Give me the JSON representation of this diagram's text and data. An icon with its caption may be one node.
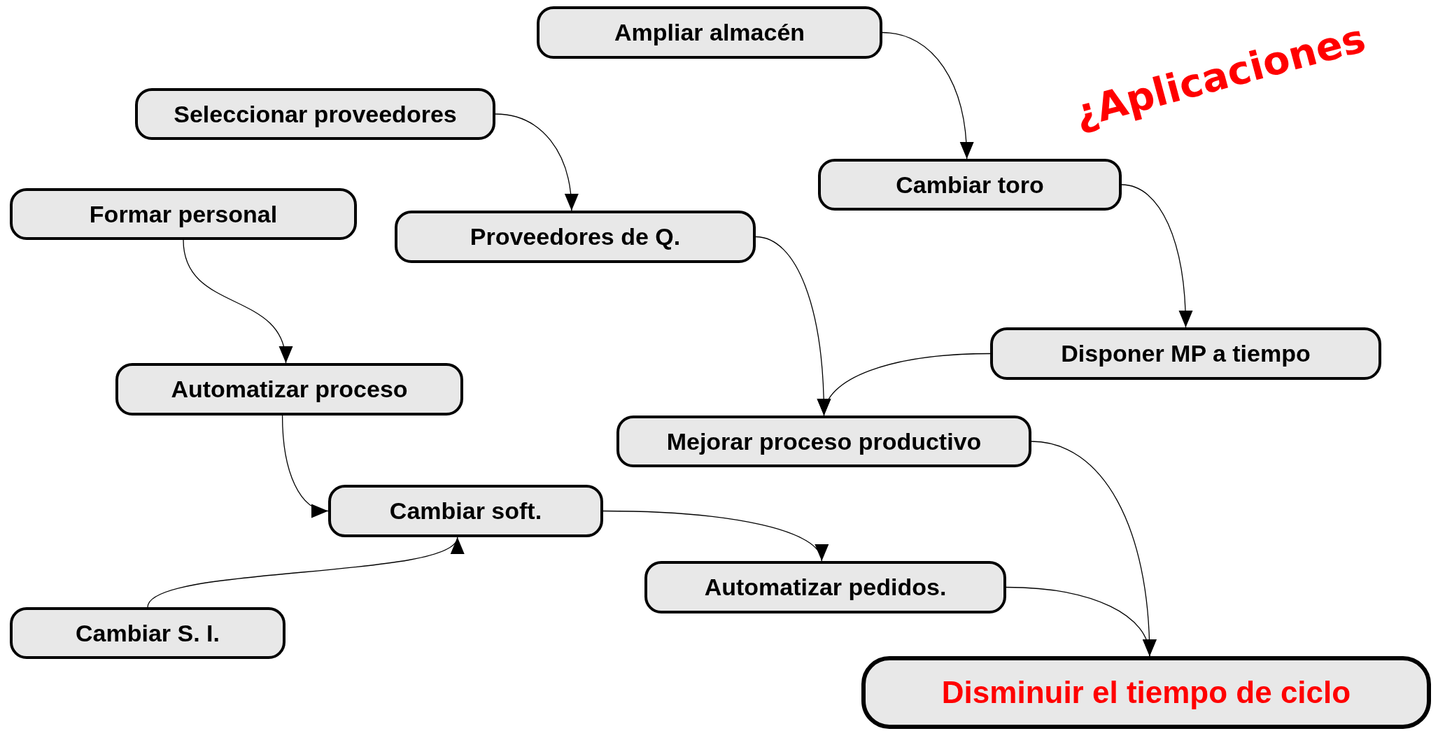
{
  "diagram": {
    "nodes": [
      {
        "text": [
          "Ampliar almacén"
        ]
      },
      {
        "text": [
          "Seleccionar proveedores"
        ]
      },
      {
        "text": [
          "Cambiar toro"
        ]
      },
      {
        "text": [
          "Formar personal"
        ]
      },
      {
        "text": [
          "Proveedores de Q."
        ]
      },
      {
        "text": [
          "Disponer MP a tiempo"
        ]
      },
      {
        "text": [
          "Automatizar proceso"
        ]
      },
      {
        "text": [
          "Mejorar proceso productivo"
        ]
      },
      {
        "text": [
          "Cambiar soft."
        ]
      },
      {
        "text": [
          "Automatizar pedidos."
        ]
      },
      {
        "text": [
          "Cambiar S. I."
        ]
      },
      {
        "text": [
          "Disminuir el tiempo de ciclo"
        ]
      }
    ],
    "edges": [
      {
        "from": 0,
        "to": 2,
        "arrow": "to"
      },
      {
        "from": 1,
        "to": 4,
        "arrow": "to"
      },
      {
        "from": 3,
        "to": 6,
        "arrow": "to"
      },
      {
        "from": 2,
        "to": 5,
        "arrow": "to"
      },
      {
        "from": 4,
        "to": 7,
        "arrow": "to"
      },
      {
        "from": 5,
        "to": 7,
        "arrow": "to"
      },
      {
        "from": 6,
        "to": 8,
        "arrow": "to"
      },
      {
        "from": 10,
        "to": 8,
        "arrow": "to"
      },
      {
        "from": 8,
        "to": 9,
        "arrow": "to"
      },
      {
        "from": 7,
        "to": 11,
        "arrow": "to"
      },
      {
        "from": 9,
        "to": 11,
        "arrow": "to"
      }
    ],
    "labels": [
      "¿Aplicaciones"
    ]
  }
}
